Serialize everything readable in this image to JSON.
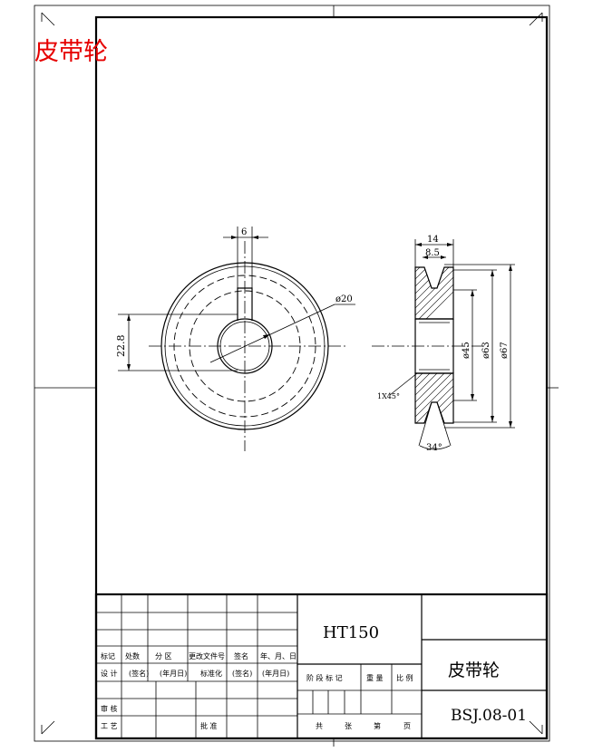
{
  "page": {
    "corner_title": "皮带轮",
    "corner_title_color": "#e60000",
    "line_color": "#000000",
    "background": "#ffffff"
  },
  "dimensions": {
    "keyway_width": "6",
    "key_height": "22.8",
    "hole_dia": "ø20",
    "width_total": "14",
    "groove_width": "8.5",
    "hub_dia": "ø45",
    "groove_dia": "ø63",
    "outer_dia": "ø67",
    "chamfer": "1X45°",
    "groove_angle": "34°"
  },
  "title_block": {
    "material": "HT150",
    "part_name": "皮带轮",
    "drawing_no": "BSJ.08-01",
    "rev_headers": [
      "标记",
      "处数",
      "分 区",
      "更改文件号",
      "签名",
      "年、月、日"
    ],
    "design_row": [
      "设 计",
      "(签名)",
      "(年月日)",
      "标准化",
      "(签名)",
      "(年月日)"
    ],
    "review_label": "审 核",
    "process_label": "工 艺",
    "approve_label": "批 准",
    "stage_headers": [
      "阶 段 标 记",
      "重 量",
      "比 例"
    ],
    "sheet_footer": [
      "共",
      "张",
      "第",
      "页"
    ]
  }
}
